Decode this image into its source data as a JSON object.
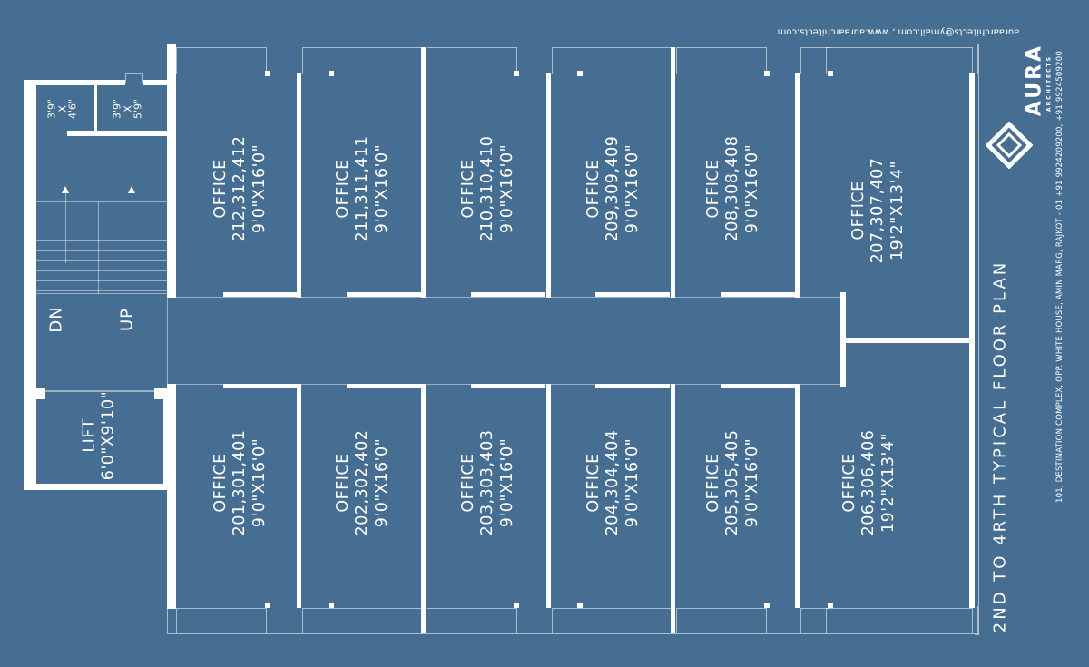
{
  "plan_title": "2ND TO 4RTH TYPICAL FLOOR PLAN",
  "address_line": "101, DESTINATION COMPLEX, OPP. WHITE HOUSE, AMIN MARG, RAJKOT - 01 +91 9924209200, +91 9924509200",
  "contact_line": "auraarchitects@ymail.com , www.auraarchitects.com",
  "logo": {
    "name": "AURA",
    "sub": "ARCHITECTS",
    "icon": "aura-logo-icon"
  },
  "colors": {
    "background": "#466e93",
    "lines": "#ffffff"
  },
  "stair": {
    "down": "DN",
    "up": "UP"
  },
  "lift": {
    "label": "LIFT",
    "size": "6'0\"X9'10\""
  },
  "shafts": [
    {
      "w": "3'9\"",
      "x": "X",
      "h": "4'6\""
    },
    {
      "w": "3'9\"",
      "x": "X",
      "h": "5'9\""
    }
  ],
  "offices_top": [
    {
      "label": "OFFICE",
      "numbers": "212,312,412",
      "size": "9'0\"X16'0\""
    },
    {
      "label": "OFFICE",
      "numbers": "211,311,411",
      "size": "9'0\"X16'0\""
    },
    {
      "label": "OFFICE",
      "numbers": "210,310,410",
      "size": "9'0\"X16'0\""
    },
    {
      "label": "OFFICE",
      "numbers": "209,309,409",
      "size": "9'0\"X16'0\""
    },
    {
      "label": "OFFICE",
      "numbers": "208,308,408",
      "size": "9'0\"X16'0\""
    },
    {
      "label": "OFFICE",
      "numbers": "207,307,407",
      "size": "19'2\"X13'4\""
    }
  ],
  "offices_bottom": [
    {
      "label": "OFFICE",
      "numbers": "201,301,401",
      "size": "9'0\"X16'0\""
    },
    {
      "label": "OFFICE",
      "numbers": "202,302,402",
      "size": "9'0\"X16'0\""
    },
    {
      "label": "OFFICE",
      "numbers": "203,303,403",
      "size": "9'0\"X16'0\""
    },
    {
      "label": "OFFICE",
      "numbers": "204,304,404",
      "size": "9'0\"X16'0\""
    },
    {
      "label": "OFFICE",
      "numbers": "205,305,405",
      "size": "9'0\"X16'0\""
    },
    {
      "label": "OFFICE",
      "numbers": "206,306,406",
      "size": "19'2\"X13'4\""
    }
  ]
}
